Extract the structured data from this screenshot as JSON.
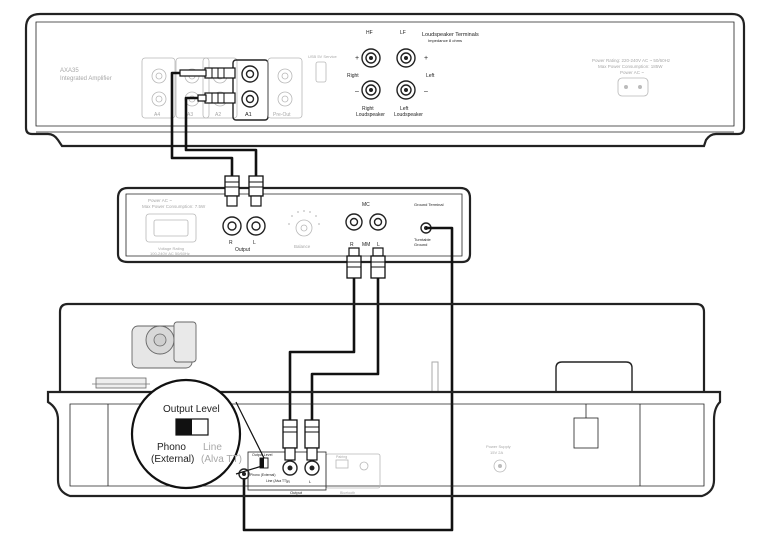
{
  "amplifier": {
    "brand": "AXA35",
    "model": "Integrated Amplifier",
    "terminals_title": "Loudspeaker Terminals",
    "terminals_sub": "Impedance 8 ohms",
    "right_label": "Right",
    "left_label": "Left",
    "right_lsp": "Right",
    "left_lsp": "Left",
    "loudspeaker": "Loudspeaker",
    "plus": "+",
    "minus": "–",
    "inputs": [
      "A4",
      "A3",
      "A2",
      "A1",
      "Pre-Out"
    ],
    "hf": "HF",
    "lf": "LF",
    "power_rating": "Power Rating: 220-240V AC ~ 50/60Hz",
    "max_power": "Max Power Consumption: 185W",
    "power_ac": "Power AC ~",
    "usb": "USB 5V Service"
  },
  "preamp": {
    "power_label": "Power AC ~",
    "max_power": "Max Power Consumption: 7.5W",
    "voltage": "Voltage Rating",
    "voltage_value": "100-240V AC 50/60Hz",
    "output": "Output",
    "r": "R",
    "l": "L",
    "mm": "MM",
    "mc": "MC",
    "balance": "Balance",
    "ground": "Ground",
    "turntable": "Turntable",
    "ground_label": "Ground Terminal",
    "turntable_ground": "Turntable Ground"
  },
  "turntable": {
    "output_level": "Output Level",
    "phono": "Phono",
    "external": "(External)",
    "line": "Line",
    "alva_tt": "(Alva TT)",
    "small_phono": "Phono (External)",
    "small_line": "Line (Alva TT)",
    "small_output_level": "Output Level",
    "output": "Output",
    "r": "R",
    "l": "L",
    "bluetooth": "Bluetooth",
    "pairing": "Pairing",
    "power": "Power Supply",
    "power_sub": "15V 2A",
    "ground": "Ground"
  }
}
